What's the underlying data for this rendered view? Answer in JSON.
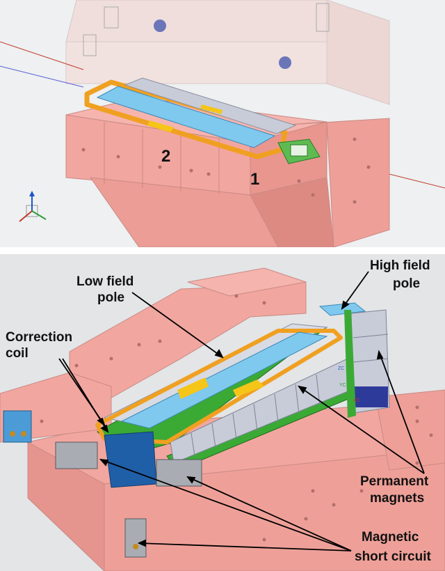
{
  "top_view": {
    "labels": {
      "one": "1",
      "two": "2"
    }
  },
  "bottom_view": {
    "labels": {
      "low_field_line1": "Low field",
      "low_field_line2": "pole",
      "high_field_line1": "High field",
      "high_field_line2": "pole",
      "correction_line1": "Correction",
      "correction_line2": "coil",
      "permanent_line1": "Permanent",
      "permanent_line2": "magnets",
      "magnetic_line1": "Magnetic",
      "magnetic_line2": "short circuit"
    },
    "axis_labels": {
      "z": "ZC",
      "y": "YC",
      "x": "XC"
    }
  },
  "colors": {
    "pink_block": "#f2a6a0",
    "pink_dark": "#d98880",
    "blue_pole": "#7fc8ee",
    "orange_coil": "#f0a020",
    "green_frame": "#3aaa35",
    "yellow_piece": "#f5c518",
    "gray_magnet": "#c8ccd8"
  }
}
